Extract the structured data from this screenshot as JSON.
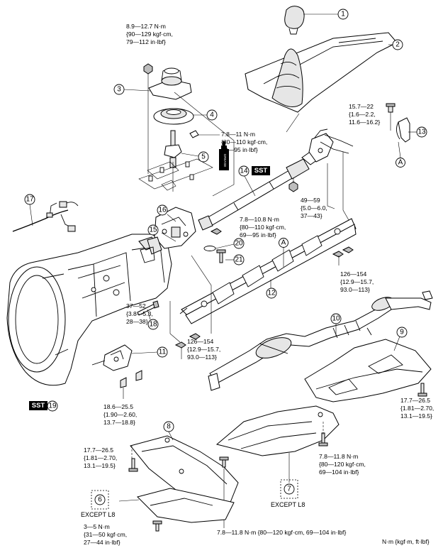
{
  "callouts": {
    "c1": "1",
    "c2": "2",
    "c3": "3",
    "c4": "4",
    "c5": "5",
    "c6": "6",
    "c7": "7",
    "c8": "8",
    "c9": "9",
    "c10": "10",
    "c11": "11",
    "c12": "12",
    "c13": "13",
    "c14": "14",
    "c15": "15",
    "c16": "16",
    "c17": "17",
    "c18": "18",
    "c19": "19",
    "c20": "20",
    "c21": "21",
    "cA1": "A",
    "cA2": "A"
  },
  "torques": {
    "t_top": [
      "8.9—12.7 N·m",
      "{90—129 kgf·cm,",
      "79—112 in·lbf}"
    ],
    "t_13": [
      "15.7—22",
      "{1.6—2.2,",
      "11.6—16.2}"
    ],
    "t_5": [
      "7.8—11 N·m",
      "{80—110 kgf·cm,",
      "69—95 in·lbf}"
    ],
    "t_nut": [
      "49—59",
      "{5.0—6.0,",
      "37—43}"
    ],
    "t_mid": [
      "7.8—10.8 N·m",
      "{80—110 kgf·cm,",
      "69—95 in·lbf}"
    ],
    "t_rr": [
      "126—154",
      "{12.9—15.7,",
      "93.0—113}"
    ],
    "t_18": [
      "37—52",
      "{3.8—5.3,",
      "28—38}"
    ],
    "t_cm": [
      "126—154",
      "{12.9—15.7,",
      "93.0—113}"
    ],
    "t_11": [
      "18.6—25.5",
      "{1.90—2.60,",
      "13.7—18.8}"
    ],
    "t_9": [
      "17.7—26.5",
      "{1.81—2.70,",
      "13.1—19.5}"
    ],
    "t_8": [
      "17.7—26.5",
      "{1.81—2.70,",
      "13.1—19.5}"
    ],
    "t_7": [
      "7.8—11.8 N·m",
      "{80—120 kgf·cm,",
      "69—104 in·lbf}"
    ],
    "t_6": [
      "3—5 N·m",
      "{31—50 kgf·cm,",
      "27—44 in·lbf}"
    ],
    "t_bottom": [
      "7.8—11.8 N·m {80—120 kgf·cm, 69—104 in·lbf}"
    ]
  },
  "sst_label": "SST",
  "except_label": "EXCEPT L8",
  "units_note": "N·m {kgf·m,  ft·lbf}",
  "grease_label": "GREASE"
}
